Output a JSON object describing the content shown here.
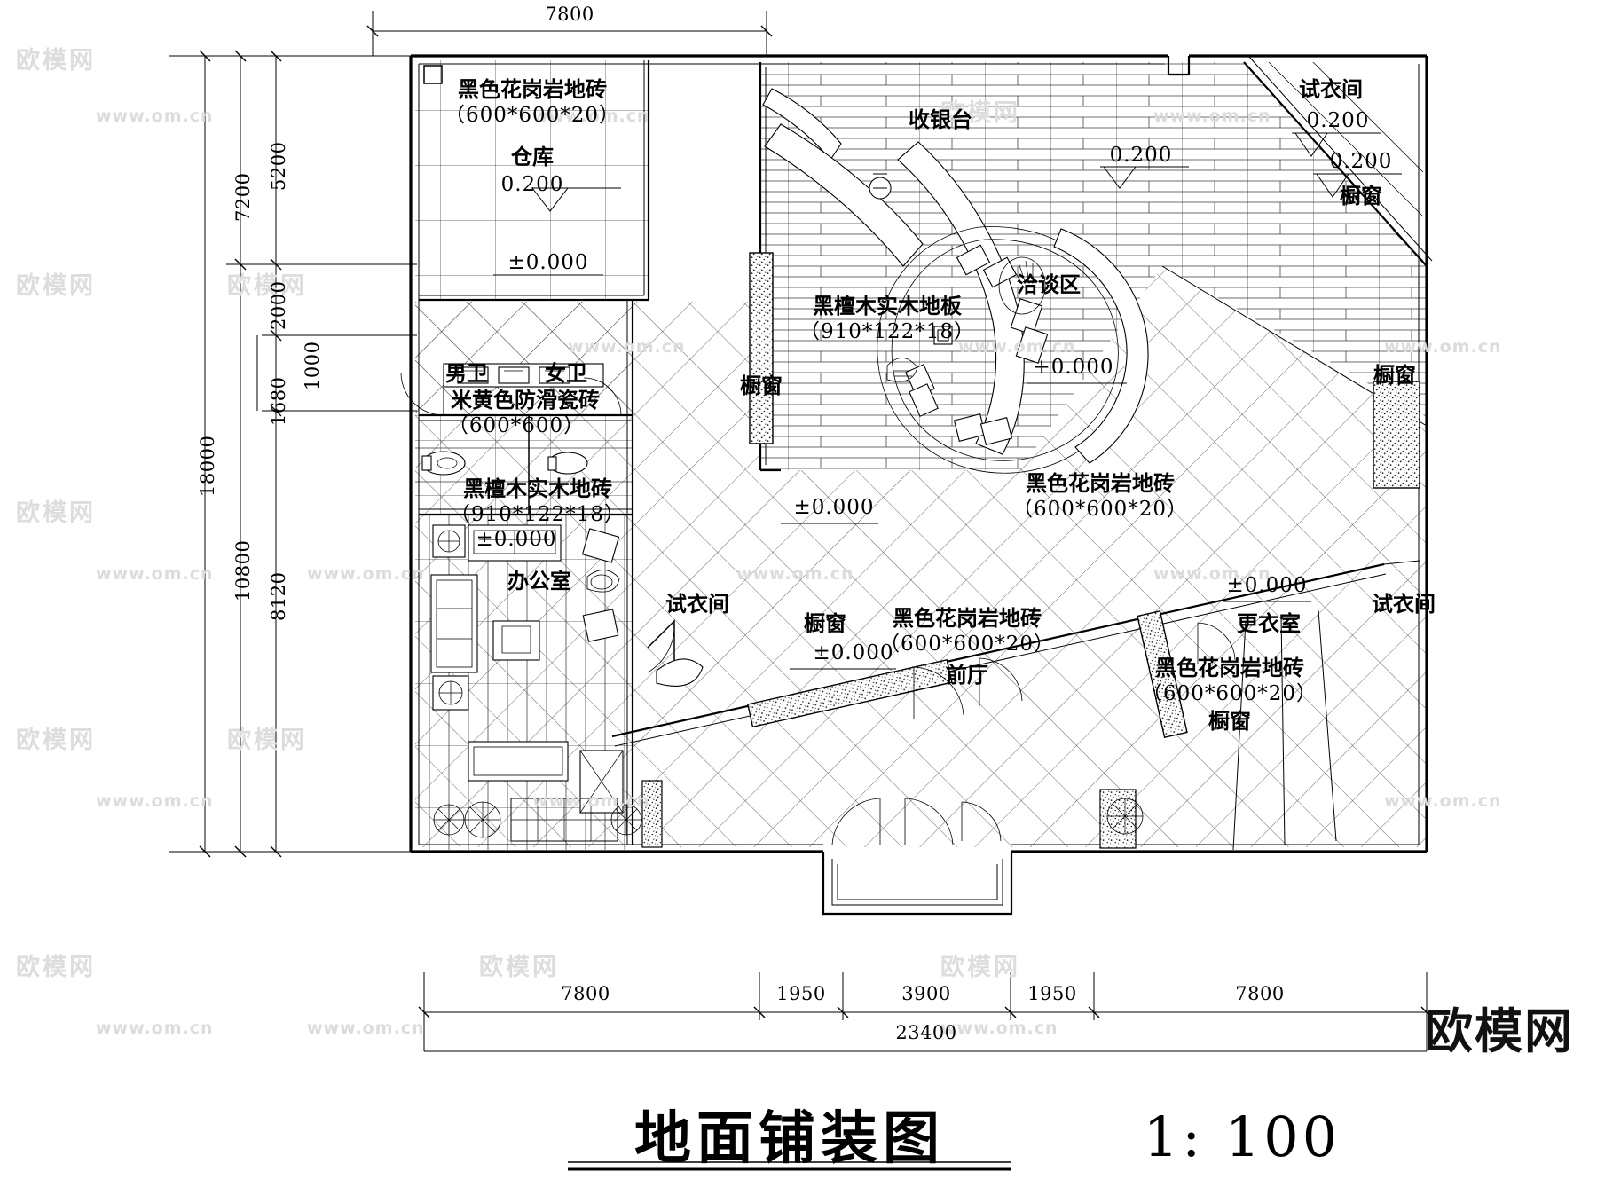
{
  "drawing": {
    "title": "地面铺装图",
    "scale": "1: 100",
    "type": "floor-paving-plan"
  },
  "watermarks": {
    "latin": "www.om.cn",
    "cjk": "欧模网",
    "brand": "欧模网"
  },
  "dimensions": {
    "bottom": {
      "total": "23400",
      "segments": [
        "7800",
        "1950",
        "3900",
        "1950",
        "7800"
      ]
    },
    "left": {
      "total": "18000",
      "chain2": [
        "7200",
        "10800"
      ],
      "chain3": [
        "5200",
        "2000",
        "1680",
        "8120"
      ],
      "inner": [
        "1000"
      ]
    },
    "top": {
      "segments": [
        "7800"
      ]
    }
  },
  "rooms": [
    {
      "name": "仓库",
      "material": "黑色花岗岩地砖",
      "size": "（600*600*20）",
      "level": "0.200"
    },
    {
      "name": "男卫",
      "material": "米黄色防滑瓷砖",
      "size": "（600*600）",
      "level": ""
    },
    {
      "name": "女卫",
      "material": "米黄色防滑瓷砖",
      "size": "（600*600）",
      "level": ""
    },
    {
      "name": "办公室",
      "material": "黑檀木实木地砖",
      "size": "（910*122*18）",
      "level": "±0.000"
    },
    {
      "name": "收银台",
      "material": "黑檀木实木地板",
      "size": "（910*122*18）",
      "level": ""
    },
    {
      "name": "洽谈区",
      "material": "黑檀木实木地板",
      "size": "（910*122*18）",
      "level": "+0.000"
    },
    {
      "name": "前厅",
      "material": "黑色花岗岩地砖",
      "size": "（600*600*20）",
      "level": "±0.000"
    },
    {
      "name": "更衣室",
      "material": "黑色花岗岩地砖",
      "size": "（600*600*20）",
      "level": "±0.000"
    },
    {
      "name": "试衣间",
      "material": "",
      "size": "",
      "level": "0.200"
    },
    {
      "name": "橱窗",
      "material": "",
      "size": "",
      "level": "0.200"
    }
  ],
  "labels": {
    "warehouse_mat": "黑色花岗岩地砖",
    "warehouse_size": "（600*600*20）",
    "warehouse_name": "仓库",
    "warehouse_level": "0.200",
    "warehouse_level_zero": "±0.000",
    "cashier": "收银台",
    "lounge": "洽谈区",
    "lounge_level": "+0.000",
    "wood_floor_mat": "黑檀木实木地板",
    "wood_floor_size": "（910*122*18）",
    "fitting_top": "试衣间",
    "fitting_top_level": "0.200",
    "window_top": "橱窗",
    "window_top_level": "0.200",
    "window_right": "橱窗",
    "window_left": "橱窗",
    "window_mid": "橱窗",
    "window_bottom": "橱窗",
    "wc_male": "男卫",
    "wc_female": "女卫",
    "wc_mat": "米黄色防滑瓷砖",
    "wc_size": "（600*600）",
    "office": "办公室",
    "office_mat": "黑檀木实木地砖",
    "office_size": "（910*122*18）",
    "office_level": "±0.000",
    "hall_mat": "黑色花岗岩地砖",
    "hall_size": "（600*600*20）",
    "hall_name": "前厅",
    "hall_level": "±0.000",
    "hall_level2": "±0.000",
    "granite_right_mat": "黑色花岗岩地砖",
    "granite_right_size": "（600*600*20）",
    "granite_br_mat": "黑色花岗岩地砖",
    "granite_br_size": "（600*600*20）",
    "changing": "更衣室",
    "changing_level": "±0.000",
    "fitting_bottom": "试衣间",
    "fitting_left": "试衣间",
    "level_mid_right": "0.200"
  }
}
